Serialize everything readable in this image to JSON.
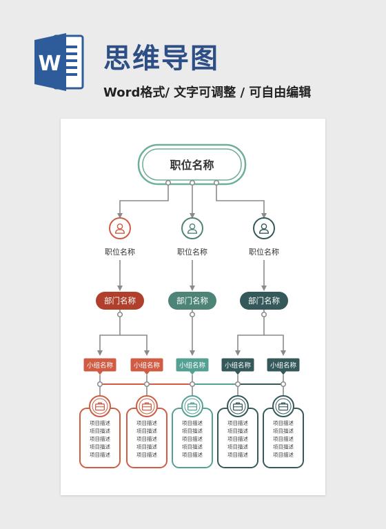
{
  "header": {
    "logo_letter": "W",
    "title": "思维导图",
    "subtitle": "Word格式/ 文字可调整 / 可自由编辑"
  },
  "colors": {
    "red": "#cf5c43",
    "dark_red": "#b0402c",
    "teal": "#54a194",
    "mid_teal": "#4e8478",
    "dark_teal": "#35595a",
    "green_frame": "#6fae9c",
    "line": "#8a8a8a",
    "brand_blue": "#2e4f86"
  },
  "org": {
    "root": "职位名称",
    "positions": [
      {
        "label": "职位名称",
        "color": "#cf5c43",
        "icon": "person-icon"
      },
      {
        "label": "职位名称",
        "color": "#4e8478",
        "icon": "person-icon"
      },
      {
        "label": "职位名称",
        "color": "#35595a",
        "icon": "person-icon"
      }
    ],
    "departments": [
      {
        "label": "部门名称",
        "color": "#b0402c"
      },
      {
        "label": "部门名称",
        "color": "#4e8478"
      },
      {
        "label": "部门名称",
        "color": "#35595a"
      }
    ],
    "groups": [
      {
        "label": "小组名称",
        "color": "#cf5c43"
      },
      {
        "label": "小组名称",
        "color": "#cf5c43"
      },
      {
        "label": "小组名称",
        "color": "#54a194"
      },
      {
        "label": "小组名称",
        "color": "#35595a"
      },
      {
        "label": "小组名称",
        "color": "#35595a"
      }
    ],
    "cards": [
      {
        "color": "#cf5c43",
        "icon": "briefcase-icon",
        "items": [
          "项目描述",
          "项目描述",
          "项目描述",
          "项目描述",
          "项目描述"
        ]
      },
      {
        "color": "#cf5c43",
        "icon": "briefcase-icon",
        "items": [
          "项目描述",
          "项目描述",
          "项目描述",
          "项目描述",
          "项目描述"
        ]
      },
      {
        "color": "#54a194",
        "icon": "briefcase-icon",
        "items": [
          "项目描述",
          "项目描述",
          "项目描述",
          "项目描述",
          "项目描述"
        ]
      },
      {
        "color": "#35595a",
        "icon": "briefcase-icon",
        "items": [
          "项目描述",
          "项目描述",
          "项目描述",
          "项目描述",
          "项目描述"
        ]
      },
      {
        "color": "#35595a",
        "icon": "briefcase-icon",
        "items": [
          "项目描述",
          "项目描述",
          "项目描述",
          "项目描述",
          "项目描述"
        ]
      }
    ]
  }
}
